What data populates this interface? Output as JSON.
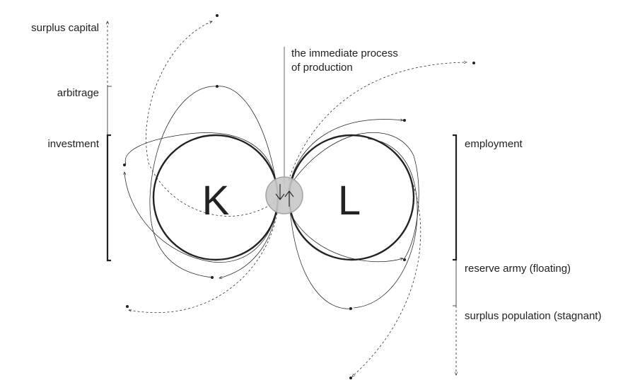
{
  "diagram": {
    "nodes": {
      "capital": {
        "letter": "K"
      },
      "labour": {
        "letter": "L"
      }
    },
    "center_label": {
      "line1": "the immediate process",
      "line2": "of production"
    },
    "left_scale": {
      "surplus_capital": "surplus capital",
      "arbitrage": "arbitrage",
      "investment": "investment"
    },
    "right_scale": {
      "employment": "employment",
      "reserve_army": "reserve army (floating)",
      "surplus_population": "surplus population (stagnant)"
    }
  },
  "colors": {
    "line": "#222222",
    "center_fill": "#c8c8c8",
    "center_stroke": "#9a9a9a"
  }
}
